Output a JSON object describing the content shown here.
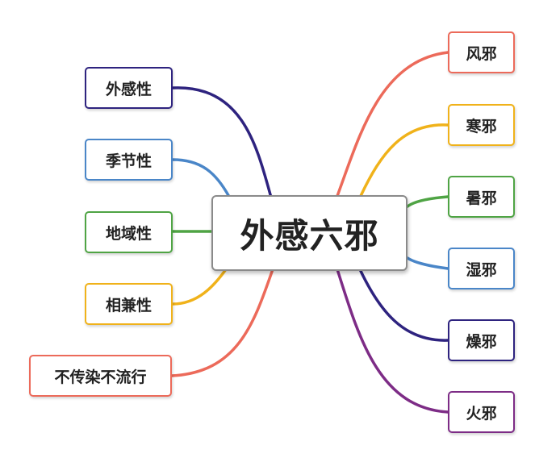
{
  "center": {
    "label": "外感六邪"
  },
  "left_branches": [
    {
      "label": "外感性",
      "color": "#2e237f"
    },
    {
      "label": "季节性",
      "color": "#4a86c8"
    },
    {
      "label": "地域性",
      "color": "#4fa444"
    },
    {
      "label": "相兼性",
      "color": "#f0b21a"
    },
    {
      "label": "不传染不流行",
      "color": "#ec6a5a"
    }
  ],
  "right_branches": [
    {
      "label": "风邪",
      "color": "#ec6a5a"
    },
    {
      "label": "寒邪",
      "color": "#f0b21a"
    },
    {
      "label": "暑邪",
      "color": "#4fa444"
    },
    {
      "label": "湿邪",
      "color": "#4a86c8"
    },
    {
      "label": "燥邪",
      "color": "#2e237f"
    },
    {
      "label": "火邪",
      "color": "#7d2c86"
    }
  ]
}
